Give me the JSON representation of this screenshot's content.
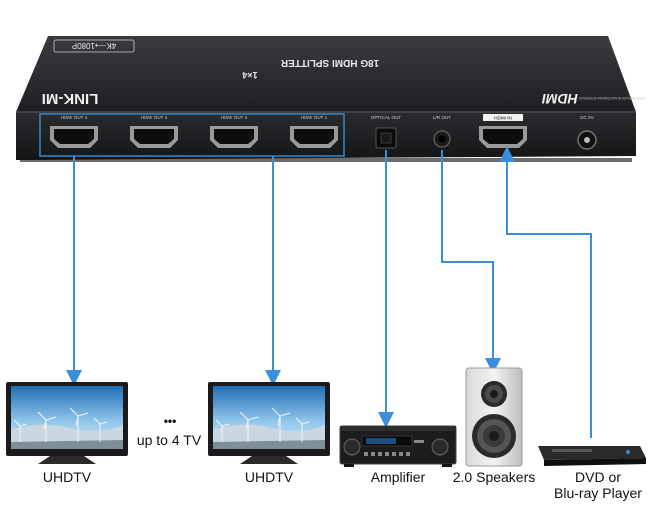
{
  "device": {
    "brand": "LINK-MI",
    "title": "18G HDMI SPLITTER",
    "subtitle": "1×4",
    "badge": "4K⟶1080P",
    "logo": "HDMI",
    "logo_tagline": "HIGH-DEFINITION MULTIMEDIA INTERFACE",
    "ports": {
      "out4": "HDMI OUT 4",
      "out3": "HDMI OUT 3",
      "out2": "HDMI OUT 2",
      "out1": "HDMI OUT 1",
      "optical": "OPTICAL OUT",
      "lr": "L/R OUT",
      "hdmi_in": "HDMI IN",
      "dc": "DC 5V"
    }
  },
  "labels": {
    "tv1": "UHDTV",
    "tv2": "UHDTV",
    "ellipsis": "•••",
    "up_to": "up to 4 TV",
    "amplifier": "Amplifier",
    "speakers": "2.0 Speakers",
    "player_line1": "DVD or",
    "player_line2": "Blu-ray Player"
  },
  "colors": {
    "connector": "#3b8fd6",
    "device_body": "#2a2b2e"
  }
}
